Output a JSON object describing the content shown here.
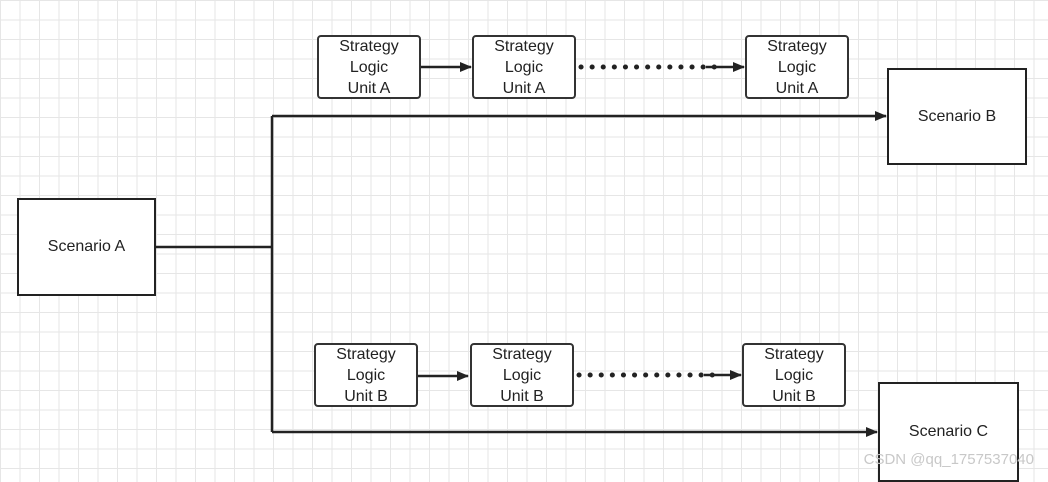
{
  "diagram": {
    "scenario_a": "Scenario A",
    "scenario_b": "Scenario B",
    "scenario_c": "Scenario C",
    "top_row": {
      "unit_1": "Strategy\nLogic\nUnit A",
      "unit_2": "Strategy\nLogic\nUnit A",
      "unit_3": "Strategy\nLogic\nUnit A"
    },
    "bottom_row": {
      "unit_1": "Strategy\nLogic\nUnit B",
      "unit_2": "Strategy\nLogic\nUnit B",
      "unit_3": "Strategy\nLogic\nUnit B"
    }
  },
  "watermark": "CSDN @qq_1757537040",
  "colors": {
    "line": "#222222",
    "grid": "#e6e6e6",
    "watermark": "#c8c8c8"
  }
}
